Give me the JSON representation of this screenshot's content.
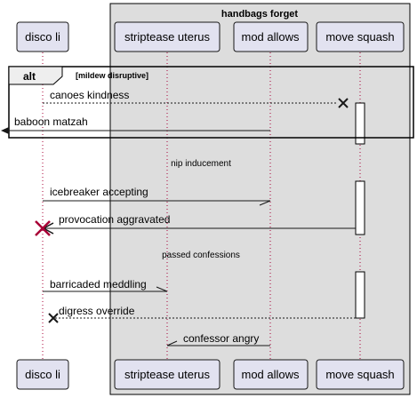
{
  "group": {
    "title": "handbags forget"
  },
  "participants": [
    {
      "id": "disco",
      "label": "disco li"
    },
    {
      "id": "striptease",
      "label": "striptease uterus"
    },
    {
      "id": "mod",
      "label": "mod allows"
    },
    {
      "id": "move",
      "label": "move squash"
    }
  ],
  "fragment": {
    "operator": "alt",
    "guard": "[mildew disruptive]"
  },
  "messages": [
    {
      "label": "canoes kindness",
      "from": "disco",
      "to": "move",
      "style": "dashed",
      "head": "destroy"
    },
    {
      "label": "baboon matzah",
      "from": "mod",
      "to": "outside-left",
      "style": "solid",
      "head": "filled"
    },
    {
      "label": "icebreaker accepting",
      "from": "disco",
      "to": "mod",
      "style": "solid",
      "head": "half"
    },
    {
      "label": "provocation aggravated",
      "from": "move",
      "to": "disco",
      "style": "solid",
      "head": "open",
      "destroy": true
    },
    {
      "label": "barricaded meddling",
      "from": "disco",
      "to": "striptease",
      "style": "solid",
      "head": "half"
    },
    {
      "label": "digress override",
      "from": "move",
      "to": "disco",
      "style": "dashed",
      "head": "destroy"
    },
    {
      "label": "confessor angry",
      "from": "mod",
      "to": "striptease",
      "style": "solid",
      "head": "half"
    }
  ],
  "dividers": [
    {
      "label": "nip inducement"
    },
    {
      "label": "passed confessions"
    }
  ],
  "colors": {
    "participant_fill": "#E2E2F0",
    "participant_border": "#181818",
    "group_fill": "#DDDDDD",
    "lifeline": "#A80036",
    "activation_fill": "#FFFFFF",
    "destroy_red": "#A80036"
  }
}
